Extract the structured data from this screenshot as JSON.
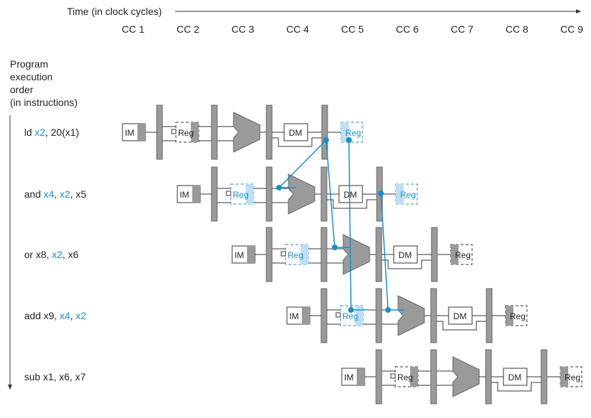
{
  "header": {
    "time_label": "Time (in clock cycles)",
    "cycles": [
      "CC 1",
      "CC 2",
      "CC 3",
      "CC 4",
      "CC 5",
      "CC 6",
      "CC 7",
      "CC 8",
      "CC 9"
    ]
  },
  "order_label": [
    "Program",
    "execution",
    "order",
    "(in instructions)"
  ],
  "instructions": [
    {
      "parts": [
        {
          "text": "ld ",
          "hl": false
        },
        {
          "text": "x2",
          "hl": true
        },
        {
          "text": ", 20(x1)",
          "hl": false
        }
      ]
    },
    {
      "parts": [
        {
          "text": "and ",
          "hl": false
        },
        {
          "text": "x4",
          "hl": true
        },
        {
          "text": ", ",
          "hl": false
        },
        {
          "text": "x2",
          "hl": true
        },
        {
          "text": ", x5",
          "hl": false
        }
      ]
    },
    {
      "parts": [
        {
          "text": "or x8, ",
          "hl": false
        },
        {
          "text": "x2",
          "hl": true
        },
        {
          "text": ", x6",
          "hl": false
        }
      ]
    },
    {
      "parts": [
        {
          "text": "add x9, ",
          "hl": false
        },
        {
          "text": "x4",
          "hl": true
        },
        {
          "text": ", ",
          "hl": false
        },
        {
          "text": "x2",
          "hl": true
        }
      ]
    },
    {
      "parts": [
        {
          "text": "sub x1, x6, x7",
          "hl": false
        }
      ]
    }
  ],
  "stage_labels": {
    "im": "IM",
    "reg": "Reg",
    "dm": "DM"
  },
  "colors": {
    "text": "#222222",
    "highlight": "#1a8fc7",
    "shade": "#9a9a9a",
    "light_blue": "#bcdff3",
    "line": "#333333"
  },
  "highlight_map": [
    {
      "read_reg": false,
      "write_reg": true
    },
    {
      "read_reg": true,
      "write_reg": true
    },
    {
      "read_reg": true,
      "write_reg": false
    },
    {
      "read_reg": true,
      "write_reg": false
    },
    {
      "read_reg": false,
      "write_reg": false
    }
  ]
}
